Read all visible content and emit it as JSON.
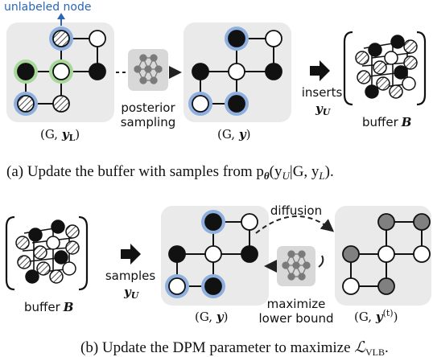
{
  "panel_a": {
    "unlabeled_node_label": "unlabeled node",
    "posterior_label_1": "posterior",
    "posterior_label_2": "sampling",
    "inserts_label": "inserts",
    "inserts_math": "y",
    "inserts_sub": "U",
    "buffer_label": "buffer",
    "buffer_symbol": "B",
    "graph1_caption_open": "(G, ",
    "graph1_caption_y": "y",
    "graph1_caption_sub": "L",
    "graph1_caption_close": ")",
    "graph2_caption": "(G, y)",
    "caption_text": "(a) Update the buffer with samples from p",
    "caption_theta": "θ",
    "caption_math": "(y",
    "caption_sub_u": "U",
    "caption_rest": "|G, y",
    "caption_sub_l": "L",
    "caption_end": ")."
  },
  "panel_b": {
    "buffer_label": "buffer",
    "buffer_symbol": "B",
    "samples_label": "samples",
    "samples_math": "y",
    "samples_sub": "U",
    "diffusion_label": "diffusion",
    "maximize_label_1": "maximize",
    "maximize_label_2": "lower bound",
    "graph_caption": "(G, y)",
    "noisy_caption_open": "(G, y",
    "noisy_caption_sup": "(t)",
    "noisy_caption_close": ")",
    "caption_text": "(b) Update the DPM parameter to maximize ",
    "caption_L": "ℒ",
    "caption_sub": "VLB",
    "caption_end": "."
  },
  "colors": {
    "panel_bg": "#eaeaea",
    "green_ring": "#a8d79a",
    "blue_ring": "#8fb0de",
    "arrow_blue": "#2a65b8",
    "noisy_gray": "#808080",
    "network_gray": "#7a7a7a"
  }
}
